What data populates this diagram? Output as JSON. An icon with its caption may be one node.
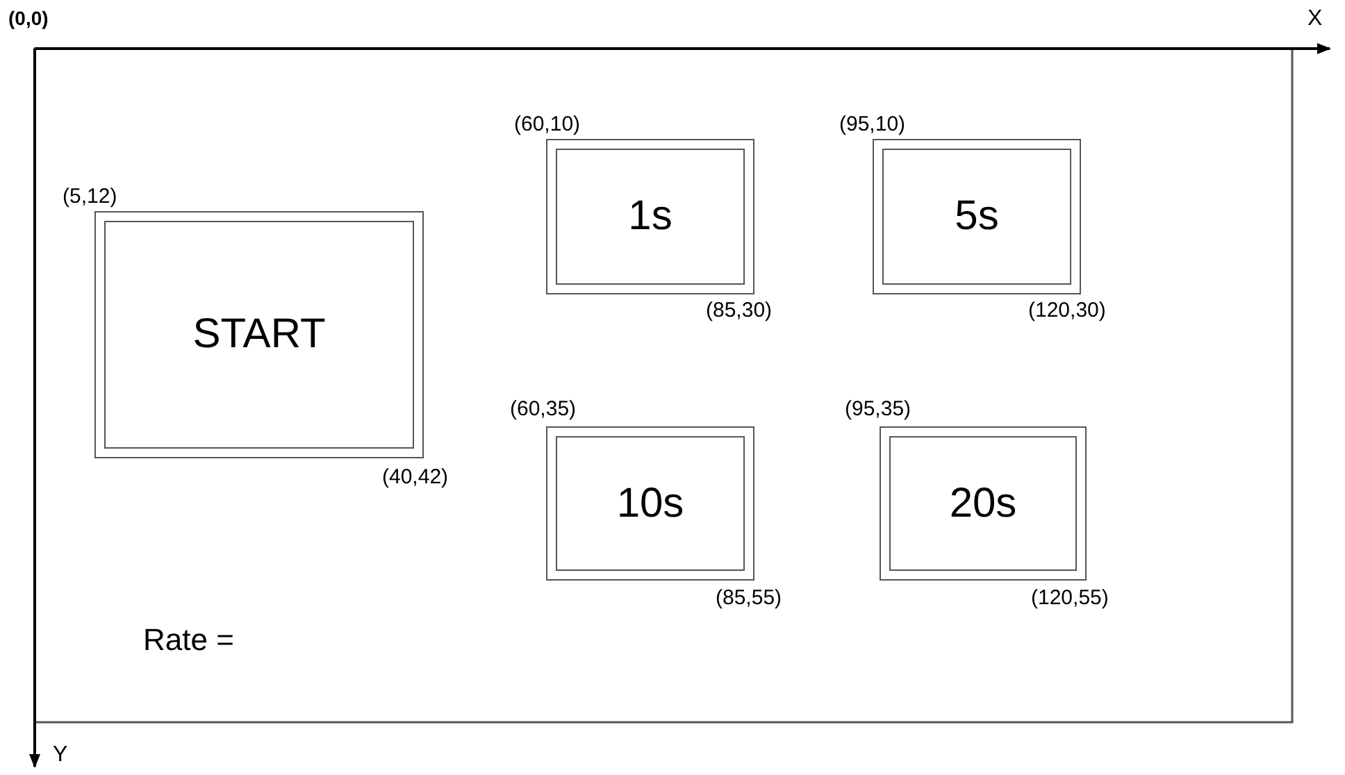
{
  "diagram": {
    "nodes": [
      {
        "text": [
          "START"
        ],
        "beside": [
          "(5,12)",
          "(40,42)"
        ]
      },
      {
        "text": [
          "1s"
        ],
        "beside": [
          "(60,10)",
          "(85,30)"
        ]
      },
      {
        "text": [
          "5s"
        ],
        "beside": [
          "(95,10)",
          "(120,30)"
        ]
      },
      {
        "text": [
          "10s"
        ],
        "beside": [
          "(60,35)",
          "(85,55)"
        ]
      },
      {
        "text": [
          "20s"
        ],
        "beside": [
          "(95,35)",
          "(120,55)"
        ]
      }
    ],
    "edges": [],
    "labels": [
      "(0,0)",
      "X",
      "Rate =",
      "Y"
    ]
  }
}
